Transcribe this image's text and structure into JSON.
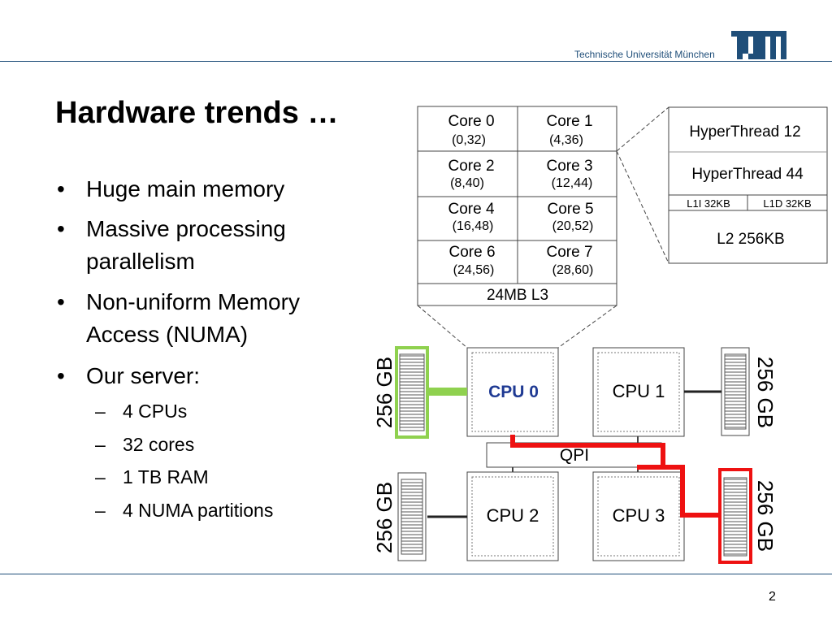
{
  "header": {
    "university": "Technische Universität München",
    "logo": "TUM"
  },
  "slide": {
    "title": "Hardware trends …",
    "bullets": [
      {
        "text": "Huge main memory"
      },
      {
        "line1": "Massive processing",
        "line2": "parallelism"
      },
      {
        "line1": "Non-uniform Memory",
        "line2": "Access (NUMA)"
      },
      {
        "text": "Our server:"
      }
    ],
    "subbullets": [
      "4 CPUs",
      "32 cores",
      "1 TB RAM",
      "4 NUMA partitions"
    ],
    "bullet_char": "•",
    "dash_char": "–"
  },
  "diagram": {
    "cores": [
      {
        "name": "Core 0",
        "threads": "(0,32)"
      },
      {
        "name": "Core 1",
        "threads": "(4,36)"
      },
      {
        "name": "Core 2",
        "threads": "(8,40)"
      },
      {
        "name": "Core 3",
        "threads": "(12,44)"
      },
      {
        "name": "Core 4",
        "threads": "(16,48)"
      },
      {
        "name": "Core 5",
        "threads": "(20,52)"
      },
      {
        "name": "Core 6",
        "threads": "(24,56)"
      },
      {
        "name": "Core 7",
        "threads": "(28,60)"
      }
    ],
    "l3": "24MB L3",
    "core_detail": {
      "ht1": "HyperThread 12",
      "ht2": "HyperThread 44",
      "l1i": "L1I 32KB",
      "l1d": "L1D 32KB",
      "l2": "L2 256KB"
    },
    "cpus": [
      "CPU 0",
      "CPU 1",
      "CPU 2",
      "CPU 3"
    ],
    "qpi": "QPI",
    "memory_label": "256 GB",
    "colors": {
      "highlight_green": "#8fd14f",
      "highlight_red": "#ee1111",
      "cpu0_text": "#1f3a93",
      "brand": "#1f4e79"
    }
  },
  "footer": {
    "page": "2"
  }
}
